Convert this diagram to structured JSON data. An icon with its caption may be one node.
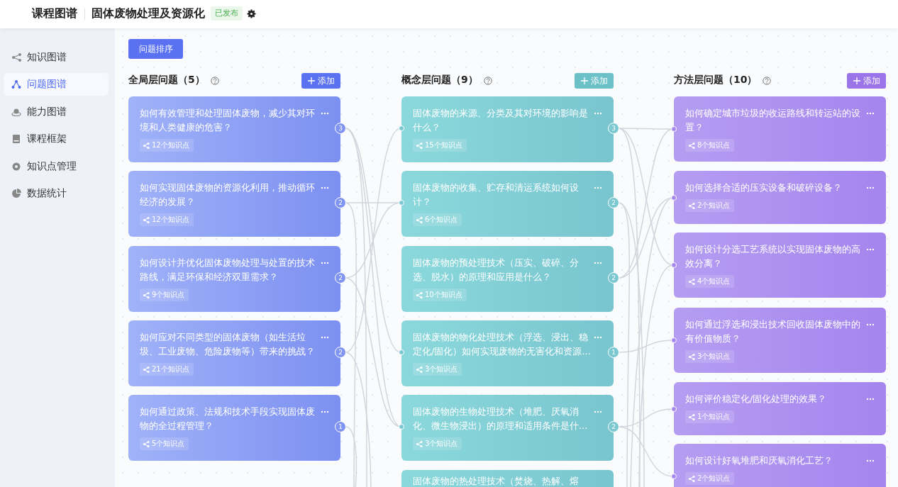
{
  "diagram": {
    "nodes": [
      {
        "text": [
          "如何有效管理和处理固体废物，减少其对环境和人类健康的危害？",
          "12个知识点"
        ],
        "beside": [
          "3"
        ]
      },
      {
        "text": [
          "如何实现固体废物的资源化利用，推动循环经济的发展？",
          "12个知识点"
        ],
        "beside": [
          "2"
        ]
      },
      {
        "text": [
          "如何设计并优化固体废物处理与处置的技术路线，满足环保和经济双重需求？",
          "9个知识点"
        ],
        "beside": [
          "2"
        ]
      },
      {
        "text": [
          "如何应对不同类型的固体废物（如生活垃圾、工业废物、危险废物等）带来的挑战？",
          "21个知识点"
        ],
        "beside": [
          "2"
        ]
      },
      {
        "text": [
          "如何通过政策、法规和技术手段实现固体废物的全过程管理？",
          "5个知识点"
        ],
        "beside": [
          "1"
        ]
      },
      {
        "text": [
          "固体废物的来源、分类及其对环境的影响是什么？",
          "15个知识点"
        ],
        "beside": [
          "3"
        ]
      },
      {
        "text": [
          "固体废物的收集、贮存和清运系统如何设计？",
          "6个知识点"
        ],
        "beside": [
          "2"
        ]
      },
      {
        "text": [
          "固体废物的预处理技术（压实、破碎、分选、脱水）的原理和应用是什么？",
          "10个知识点"
        ],
        "beside": [
          "2"
        ]
      },
      {
        "text": [
          "固体废物的物化处理技术（浮选、浸出、稳定化/固化）如何实现废物的无害化和资源...",
          "3个知识点"
        ],
        "beside": [
          "1"
        ]
      },
      {
        "text": [
          "固体废物的生物处理技术（堆肥、厌氧消化、微生物浸出）的原理和适用条件是什...",
          "3个知识点"
        ],
        "beside": [
          "2"
        ]
      },
      {
        "text": [
          "固体废物的热处理技术（焚烧、热解、熔"
        ]
      },
      {
        "text": [
          "如何确定城市垃圾的收运路线和转运站的设置？",
          "8个知识点"
        ]
      },
      {
        "text": [
          "如何选择合适的压实设备和破碎设备？",
          "2个知识点"
        ]
      },
      {
        "text": [
          "如何设计分选工艺系统以实现固体废物的高效分离？",
          "4个知识点"
        ]
      },
      {
        "text": [
          "如何通过浮选和浸出技术回收固体废物中的有价值物质？",
          "3个知识点"
        ]
      },
      {
        "text": [
          "如何评价稳定化/固化处理的效果？",
          "1个知识点"
        ]
      },
      {
        "text": [
          "如何设计好氧堆肥和厌氧消化工艺？",
          "2个知识点"
        ]
      }
    ],
    "edges": [
      {
        "from": 0,
        "to": 8,
        "arrow": "none"
      },
      {
        "from": 0,
        "to": 9,
        "arrow": "none"
      },
      {
        "from": 0,
        "to": null,
        "arrow": "none"
      },
      {
        "from": 1,
        "to": 6,
        "arrow": "none"
      },
      {
        "from": 1,
        "to": null,
        "arrow": "none"
      },
      {
        "from": 2,
        "to": 6,
        "arrow": "none"
      },
      {
        "from": 2,
        "to": 9,
        "arrow": "none"
      },
      {
        "from": 3,
        "to": 5,
        "arrow": "none"
      },
      {
        "from": 3,
        "to": null,
        "arrow": "none"
      },
      {
        "from": 4,
        "to": null,
        "arrow": "none"
      },
      {
        "from": 5,
        "to": 11,
        "arrow": "none"
      },
      {
        "from": 5,
        "to": 13,
        "arrow": "none"
      },
      {
        "from": 5,
        "to": null,
        "arrow": "none"
      },
      {
        "from": 6,
        "to": null,
        "arrow": "none"
      },
      {
        "from": 6,
        "to": null,
        "arrow": "none"
      },
      {
        "from": 7,
        "to": 11,
        "arrow": "none"
      },
      {
        "from": 7,
        "to": 12,
        "arrow": "none"
      },
      {
        "from": 8,
        "to": 14,
        "arrow": "none"
      },
      {
        "from": 9,
        "to": 15,
        "arrow": "none"
      },
      {
        "from": 9,
        "to": 16,
        "arrow": "none"
      },
      {
        "from": null,
        "to": 12,
        "arrow": "none"
      },
      {
        "from": null,
        "to": 13,
        "arrow": "none"
      }
    ],
    "labels": [
      "课程图谱",
      "固体废物处理及资源化",
      "已发布",
      "知识图谱",
      "问题图谱",
      "能力图谱",
      "课程框架",
      "知识点管理",
      "数据统计",
      "问题排序",
      "全局层问题（5）",
      "添加",
      "概念层问题（9）",
      "添加",
      "方法层问题（10）",
      "添加"
    ]
  }
}
